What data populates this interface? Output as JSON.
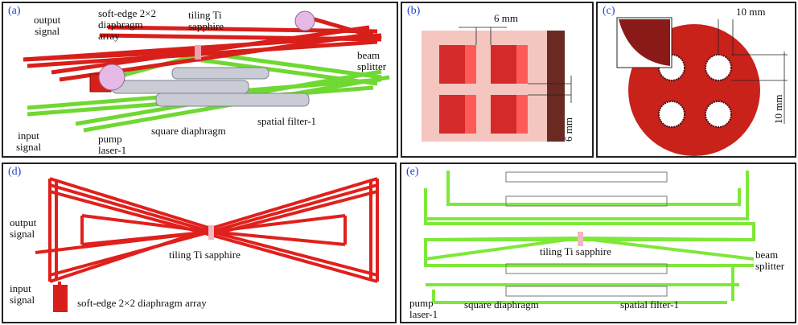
{
  "panels": [
    {
      "id": "a",
      "tag": "(a)"
    },
    {
      "id": "b",
      "tag": "(b)"
    },
    {
      "id": "c",
      "tag": "(c)"
    },
    {
      "id": "d",
      "tag": "(d)"
    },
    {
      "id": "e",
      "tag": "(e)"
    }
  ],
  "labels": {
    "a": {
      "output_signal": "output\nsignal",
      "diaphragm_array": "soft-edge 2×2\ndiaphragm\narray",
      "tiling": "tiling Ti\nsapphire",
      "beam_splitter": "beam\nsplitter",
      "input_signal": "input\nsignal",
      "pump_laser": "pump\nlaser-1",
      "square_diaphragm": "square diaphragm",
      "spatial_filter": "spatial filter-1"
    },
    "b": {
      "dim_top": "6 mm",
      "dim_right": "6 mm"
    },
    "c": {
      "dim_top": "10 mm",
      "dim_right": "10 mm"
    },
    "d": {
      "output_signal": "output\nsignal",
      "tiling": "tiling Ti sapphire",
      "input_signal": "input\nsignal",
      "diaphragm_array": "soft-edge 2×2 diaphragm array"
    },
    "e": {
      "tiling": "tiling Ti sapphire",
      "beam_splitter": "beam\nsplitter",
      "pump_laser": "pump\nlaser-1",
      "square_diaphragm": "square diaphragm",
      "spatial_filter": "spatial filter-1"
    }
  },
  "colors": {
    "beam_red": "#e0201c",
    "beam_green": "#7ee83a",
    "panel_tag": "#1e3fd0",
    "aperture_pink": "#f4c6bf",
    "aperture_red": "#d62a2a",
    "disk_red": "#c8221b"
  }
}
